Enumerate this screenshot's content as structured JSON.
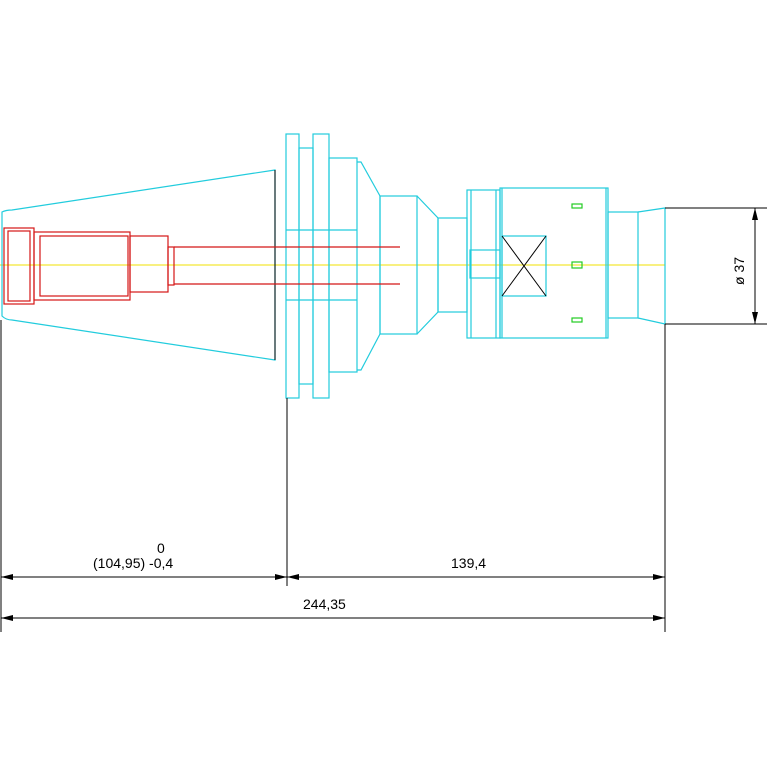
{
  "dimensions": {
    "left_upper": "0",
    "left_lower": "(104,95) -0,4",
    "right": "139,4",
    "total": "244,35",
    "diameter": "ø 37"
  },
  "colors": {
    "tool_body": "#22ccdd",
    "insert": "#d41616",
    "centerline": "#f0e000",
    "dimension": "#000000",
    "markers": "#22cc22"
  }
}
